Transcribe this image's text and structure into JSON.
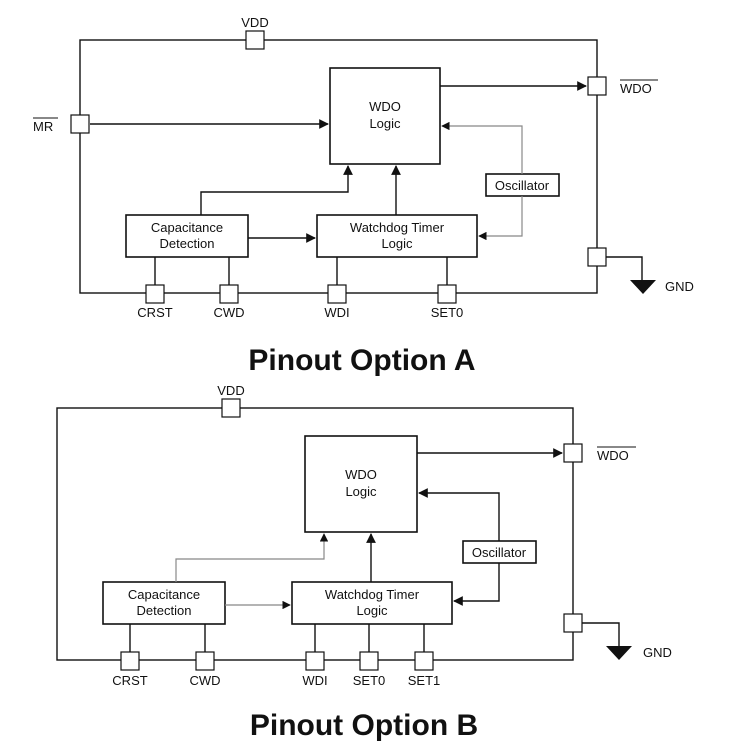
{
  "option_a": {
    "caption": "Pinout Option A",
    "pins": {
      "vdd": "VDD",
      "mr": "MR",
      "wdo": "WDO",
      "gnd": "GND",
      "crst": "CRST",
      "cwd": "CWD",
      "wdi": "WDI",
      "set0": "SET0"
    },
    "blocks": {
      "wdo_logic": [
        "WDO",
        "Logic"
      ],
      "oscillator": "Oscillator",
      "cap_detect": [
        "Capacitance",
        "Detection"
      ],
      "wd_timer": [
        "Watchdog Timer",
        "Logic"
      ]
    }
  },
  "option_b": {
    "caption": "Pinout Option B",
    "pins": {
      "vdd": "VDD",
      "wdo": "WDO",
      "gnd": "GND",
      "crst": "CRST",
      "cwd": "CWD",
      "wdi": "WDI",
      "set0": "SET0",
      "set1": "SET1"
    },
    "blocks": {
      "wdo_logic": [
        "WDO",
        "Logic"
      ],
      "oscillator": "Oscillator",
      "cap_detect": [
        "Capacitance",
        "Detection"
      ],
      "wd_timer": [
        "Watchdog Timer",
        "Logic"
      ]
    }
  }
}
